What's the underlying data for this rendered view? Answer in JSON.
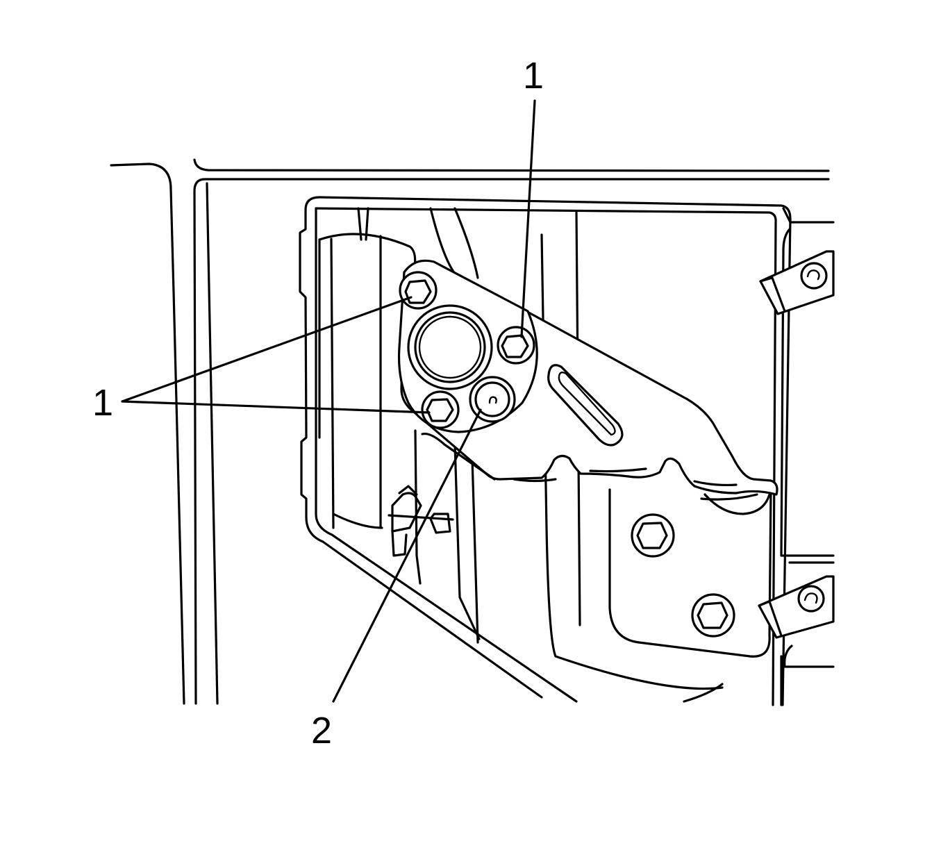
{
  "callouts": [
    {
      "id": "c1-top",
      "label": "1"
    },
    {
      "id": "c1-left",
      "label": "1"
    },
    {
      "id": "c2-bottom",
      "label": "2"
    }
  ],
  "colors": {
    "line": "#000000",
    "background": "#ffffff"
  }
}
